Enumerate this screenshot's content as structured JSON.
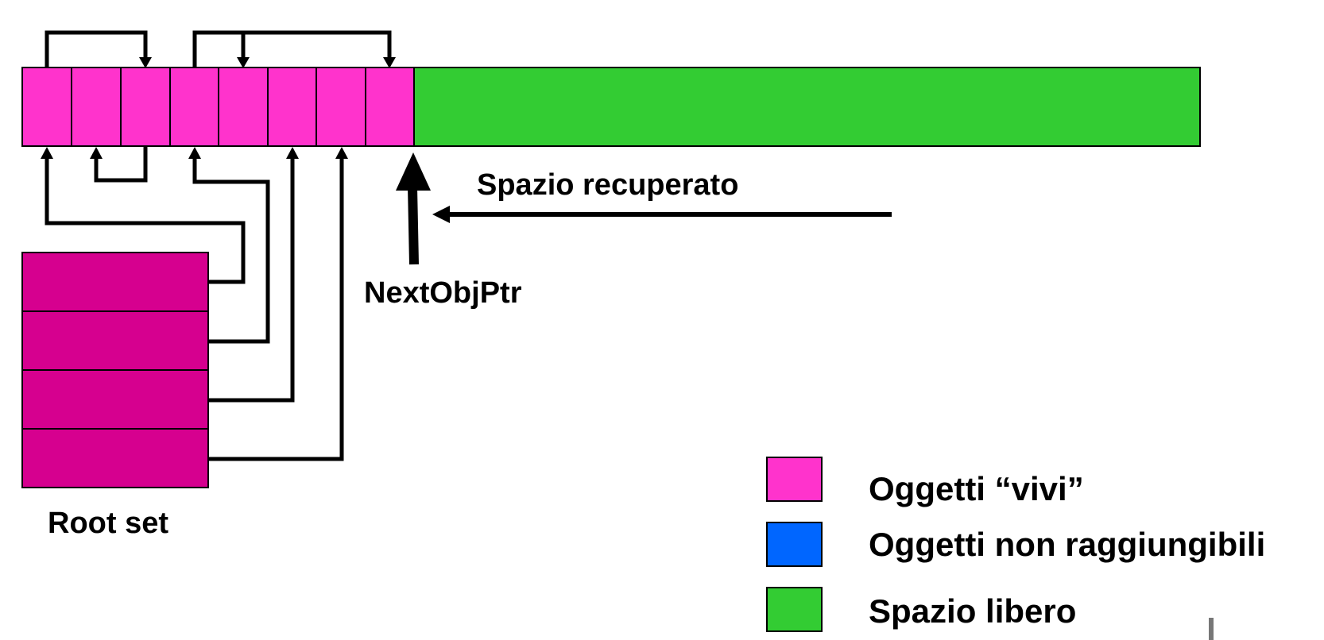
{
  "labels": {
    "reclaimed": "Spazio recuperato",
    "pointer": "NextObjPtr",
    "root_set": "Root set"
  },
  "legend": [
    {
      "label": "Oggetti “vivi”",
      "color": "#ff33cc"
    },
    {
      "label": "Oggetti non raggiungibili",
      "color": "#0066ff"
    },
    {
      "label": "Spazio libero",
      "color": "#33cc33"
    }
  ],
  "colors": {
    "live_object": "#ff33cc",
    "root_set": "#d6008f",
    "free_space": "#33cc33",
    "stroke": "#000000"
  },
  "heap": {
    "live_cells": 8
  },
  "root_set": {
    "cells": 4
  }
}
